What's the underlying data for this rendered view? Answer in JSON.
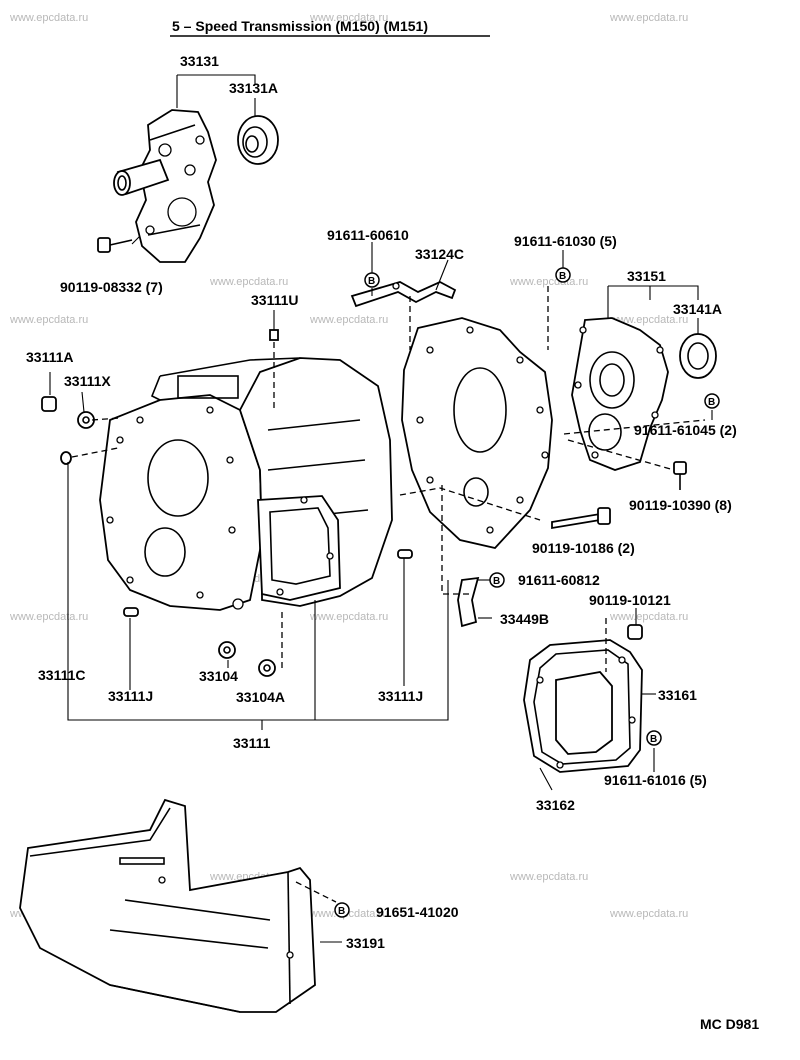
{
  "title": "5 – Speed Transmission (M150) (M151)",
  "diagram_code": "MC D981",
  "watermark": "www.epcdata.ru",
  "badge_letter": "B",
  "labels": {
    "p33131": "33131",
    "p33131A": "33131A",
    "p90119_08332": "90119-08332 (7)",
    "p91611_60610": "91611-60610",
    "p33124C": "33124C",
    "p91611_61030": "91611-61030 (5)",
    "p33151": "33151",
    "p33111U": "33111U",
    "p33141A": "33141A",
    "p33111A": "33111A",
    "p33111X": "33111X",
    "p91611_61045": "91611-61045 (2)",
    "p90119_10390": "90119-10390 (8)",
    "p90119_10186": "90119-10186 (2)",
    "p91611_60812": "91611-60812",
    "p90119_10121": "90119-10121",
    "p33449B": "33449B",
    "p33111C": "33111C",
    "p33104": "33104",
    "p33111J_a": "33111J",
    "p33104A": "33104A",
    "p33111J_b": "33111J",
    "p33161": "33161",
    "p33111": "33111",
    "p91611_61016": "91611-61016 (5)",
    "p33162": "33162",
    "p91651_41020": "91651-41020",
    "p33191": "33191"
  }
}
